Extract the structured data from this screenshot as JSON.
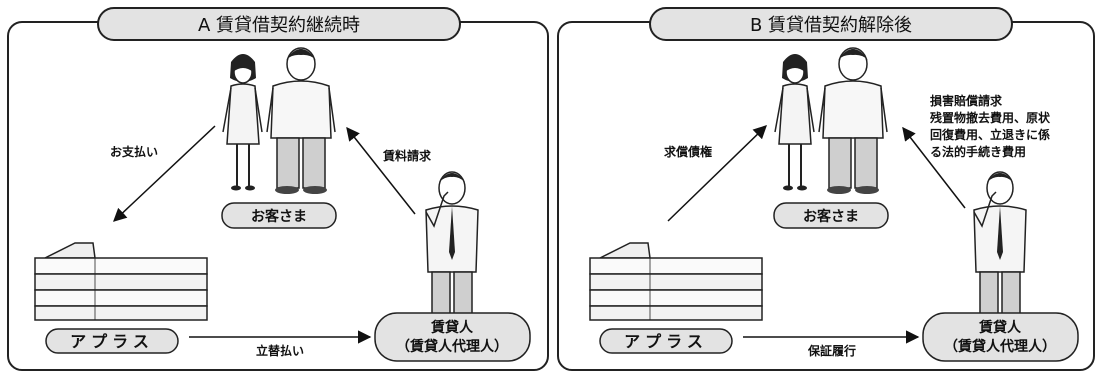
{
  "panelA": {
    "title": "A 賃貸借契約継続時",
    "customer": "お客さま",
    "company": "アプラス",
    "landlord": "賃貸人",
    "landlord_sub": "（賃貸人代理人）",
    "arrow_pay": "お支払い",
    "arrow_rent": "賃料請求",
    "arrow_advance": "立替払い"
  },
  "panelB": {
    "title": "B 賃貸借契約解除後",
    "customer": "お客さま",
    "company": "アプラス",
    "landlord": "賃貸人",
    "landlord_sub": "（賃貸人代理人）",
    "arrow_claim": "求償債権",
    "damages": [
      "損害賠償請求",
      "残置物撤去費用、原状",
      "回復費用、立退きに係",
      "る法的手続き費用"
    ],
    "arrow_guarantee": "保証履行"
  }
}
